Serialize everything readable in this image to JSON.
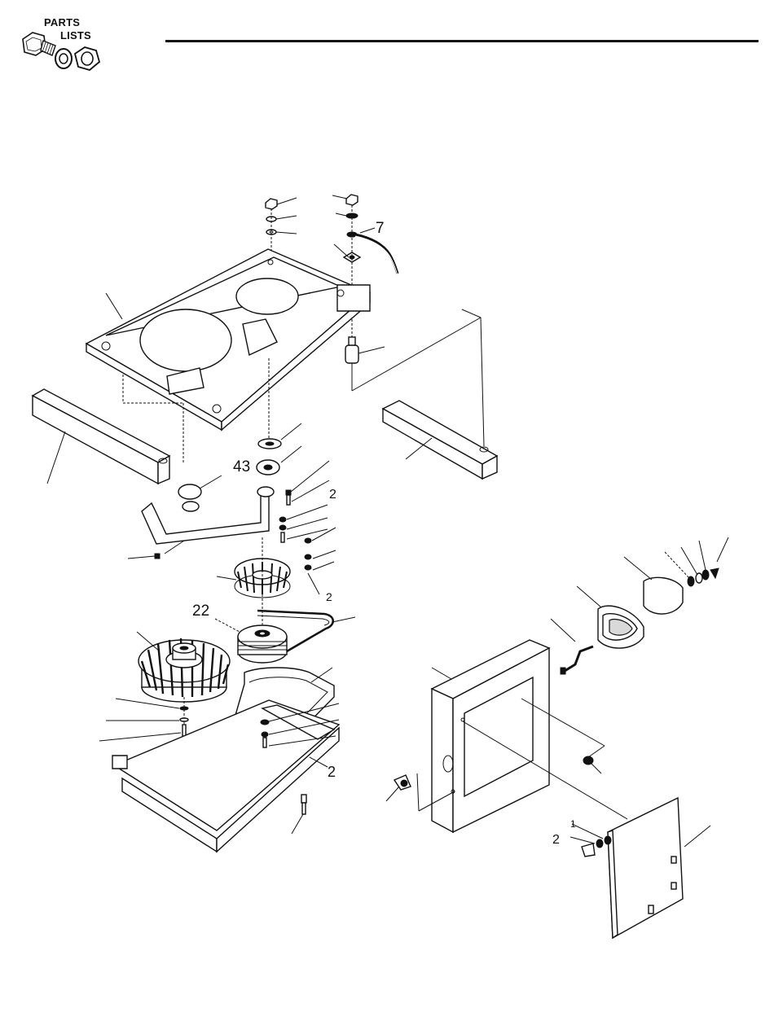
{
  "header": {
    "logo_line1": "PARTS",
    "logo_line2": "LISTS"
  },
  "diagram": {
    "callouts": [
      {
        "id": "7",
        "text": "7"
      },
      {
        "id": "43",
        "text": "43"
      },
      {
        "id": "22",
        "text": "22"
      },
      {
        "id": "partial-2a",
        "text": "2"
      },
      {
        "id": "partial-2b",
        "text": "2"
      },
      {
        "id": "partial-2c",
        "text": "2"
      },
      {
        "id": "partial-2d",
        "text": "2"
      },
      {
        "id": "partial-2e",
        "text": "2"
      },
      {
        "id": "partial-1",
        "text": "1"
      },
      {
        "id": "partial-2f",
        "text": "2"
      }
    ]
  }
}
